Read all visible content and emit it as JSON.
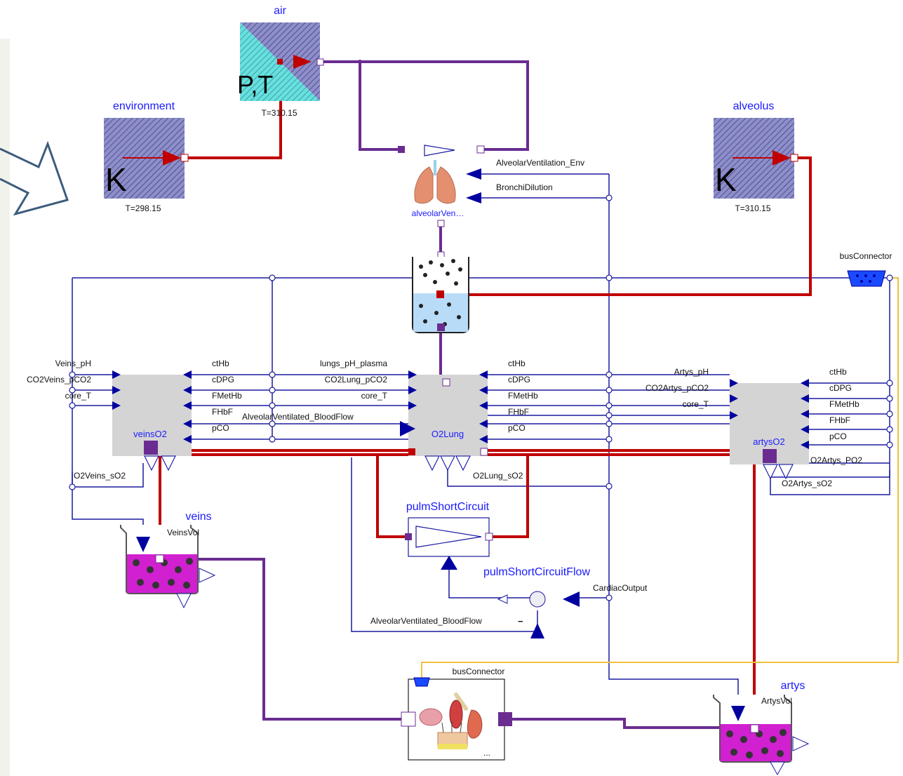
{
  "components": {
    "air": {
      "name": "air",
      "glyph": "P,T",
      "param": "T=310.15"
    },
    "environment": {
      "name": "environment",
      "glyph": "K",
      "param": "T=298.15"
    },
    "alveolus": {
      "name": "alveolus",
      "glyph": "K",
      "param": "T=310.15"
    },
    "alveolar_ventilation": {
      "name": "alveolarVen…"
    },
    "veins_o2": {
      "name": "veinsO2"
    },
    "o2_lung": {
      "name": "O2Lung"
    },
    "artys_o2": {
      "name": "artysO2"
    },
    "pulm_short_circuit": {
      "name": "pulmShortCircuit"
    },
    "pulm_short_circuit_flow": {
      "name": "pulmShortCircuitFlow"
    },
    "veins": {
      "name": "veins",
      "var": "VeinsVol"
    },
    "artys": {
      "name": "artys",
      "var": "ArtysVol"
    },
    "bus_connector_top": {
      "name": "busConnector"
    },
    "bus_connector_bottom": {
      "name": "busConnector",
      "ellipsis": "..."
    }
  },
  "signals": {
    "alveolar_ventilation_env": "AlveolarVentilation_Env",
    "bronchi_dilution": "BronchiDilution",
    "veins_ph": "Veins_pH",
    "co2veins_pco2": "CO2Veins_pCO2",
    "veins_core_t": "core_T",
    "veins_cthb": "ctHb",
    "veins_cdpg": "cDPG",
    "veins_fmethb": "FMetHb",
    "veins_fhbf": "FHbF",
    "veins_pco": "pCO",
    "lungs_ph_plasma": "lungs_pH_plasma",
    "co2lung_pco2": "CO2Lung_pCO2",
    "lung_core_t": "core_T",
    "alveolar_ventilated_bloodflow": "AlveolarVentilated_BloodFlow",
    "lung_cthb": "ctHb",
    "lung_cdpg": "cDPG",
    "lung_fmethb": "FMetHb",
    "lung_fhbf": "FHbF",
    "lung_pco": "pCO",
    "artys_ph": "Artys_pH",
    "co2artys_pco2": "CO2Artys_pCO2",
    "artys_core_t": "core_T",
    "artys_cthb": "ctHb",
    "artys_cdpg": "cDPG",
    "artys_fmethb": "FMetHb",
    "artys_fhbf": "FHbF",
    "artys_pco": "pCO",
    "o2veins_so2": "O2Veins_sO2",
    "o2lung_so2": "O2Lung_sO2",
    "o2artys_po2": "O2Artys_PO2",
    "o2artys_so2": "O2Artys_sO2",
    "cardiac_output": "CardiacOutput",
    "alveolar_ventilated_bloodflow_2": "AlveolarVentilated_BloodFlow",
    "minus_sign": "−"
  },
  "colors": {
    "heat": "#c00000",
    "substance": "#6a2c91",
    "signal": "#0000a0",
    "bus": "#f0c040",
    "label_blue": "#1a1aff",
    "hatch": "#7f7fbf",
    "blood": "#d020d0"
  },
  "icons": [
    "arrow-pointer-icon",
    "lungs-icon",
    "gas-solubility-icon",
    "organs-icon",
    "bus-connector-icon"
  ]
}
